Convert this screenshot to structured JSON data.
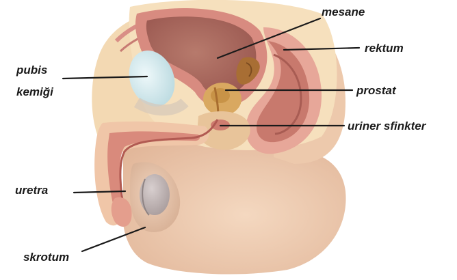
{
  "diagram": {
    "labels": {
      "mesane": "mesane",
      "rektum": "rektum",
      "pubis_line1": "pubis",
      "pubis_line2": "kemiği",
      "prostat": "prostat",
      "uriner_sfinkter": "uriner sfinkter",
      "uretra": "uretra",
      "skrotum": "skrotum"
    },
    "colors": {
      "skin": "#f2d2b6",
      "skin_shadow": "#e3b899",
      "fat": "#f5dcb0",
      "bladder_wall": "#c97a6e",
      "bladder_inner": "#b86b63",
      "prostate": "#d9a860",
      "bone": "#d9eef2",
      "rectum": "#d9958a",
      "label_text": "#1a1a1a"
    }
  }
}
